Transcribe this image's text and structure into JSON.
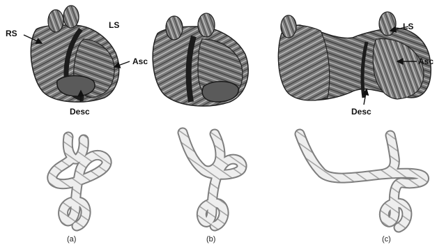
{
  "labels": {
    "rs": "RS",
    "ls": "LS",
    "asc": "Asc",
    "desc": "Desc",
    "ls_c": "LS",
    "asc_c": "Asc",
    "desc_c": "Desc"
  },
  "captions": [
    "(a)",
    "(b)",
    "(c)"
  ],
  "colors": {
    "heart_dark": "#2a2a2a",
    "heart_mid": "#6e6e6e",
    "heart_light": "#b8b8b8",
    "rope_fill": "#e4e4e4",
    "rope_stroke": "#8a8a8a"
  }
}
